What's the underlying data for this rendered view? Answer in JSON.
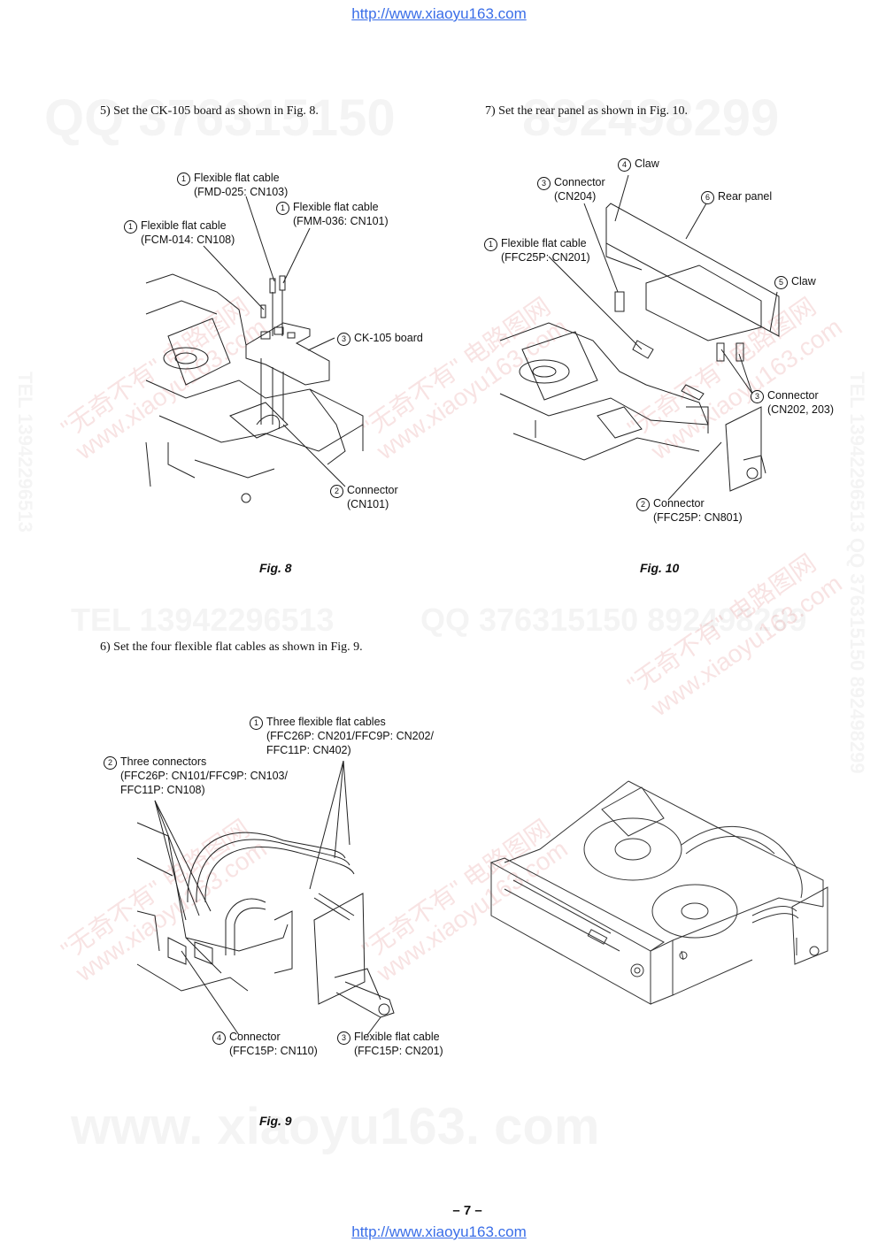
{
  "header_url": "http://www.xiaoyu163.com",
  "footer_url": "http://www.xiaoyu163.com",
  "page_number": "– 7 –",
  "steps": {
    "s5": "5)   Set the CK-105 board as shown in Fig. 8.",
    "s6": "6)   Set the four flexible flat cables as shown in Fig. 9.",
    "s7": "7)   Set the rear panel as shown in Fig. 10."
  },
  "fig8": {
    "caption": "Fig. 8",
    "labels": [
      {
        "num": "1",
        "l1": "Flexible flat cable",
        "l2": "(FMD-025: CN103)"
      },
      {
        "num": "1",
        "l1": "Flexible flat cable",
        "l2": "(FMM-036: CN101)"
      },
      {
        "num": "1",
        "l1": "Flexible flat cable",
        "l2": "(FCM-014: CN108)"
      },
      {
        "num": "3",
        "l1": "CK-105 board",
        "l2": ""
      },
      {
        "num": "2",
        "l1": "Connector",
        "l2": "(CN101)"
      }
    ]
  },
  "fig9": {
    "caption": "Fig. 9",
    "labels": [
      {
        "num": "1",
        "l1": "Three flexible flat cables",
        "l2": "(FFC26P: CN201/FFC9P: CN202/",
        "l3": "FFC11P: CN402)"
      },
      {
        "num": "2",
        "l1": "Three connectors",
        "l2": "(FFC26P: CN101/FFC9P: CN103/",
        "l3": "FFC11P: CN108)"
      },
      {
        "num": "4",
        "l1": "Connector",
        "l2": "(FFC15P: CN110)"
      },
      {
        "num": "3",
        "l1": "Flexible flat cable",
        "l2": "(FFC15P: CN201)"
      }
    ]
  },
  "fig10": {
    "caption": "Fig. 10",
    "labels": [
      {
        "num": "4",
        "l1": "Claw",
        "l2": ""
      },
      {
        "num": "3",
        "l1": "Connector",
        "l2": "(CN204)"
      },
      {
        "num": "6",
        "l1": "Rear panel",
        "l2": ""
      },
      {
        "num": "1",
        "l1": "Flexible flat cable",
        "l2": "(FFC25P: CN201)"
      },
      {
        "num": "5",
        "l1": "Claw",
        "l2": ""
      },
      {
        "num": "3",
        "l1": "Connector",
        "l2": "(CN202, 203)"
      },
      {
        "num": "2",
        "l1": "Connector",
        "l2": "(FFC25P: CN801)"
      }
    ]
  },
  "watermarks": {
    "qq1": "QQ 376315150",
    "qq2": "892498299",
    "tel": "TEL 13942296513",
    "qq_mid": "QQ 376315150  892498299",
    "site_big": "www. xiaoyu163. com",
    "side_right": "TEL 13942296513  QQ 376315150  892498299",
    "side_left": "TEL 13942296513",
    "cn_a": "\"无奇不有\" 电路图网",
    "cn_b": "www.xiaoyu163.com"
  }
}
